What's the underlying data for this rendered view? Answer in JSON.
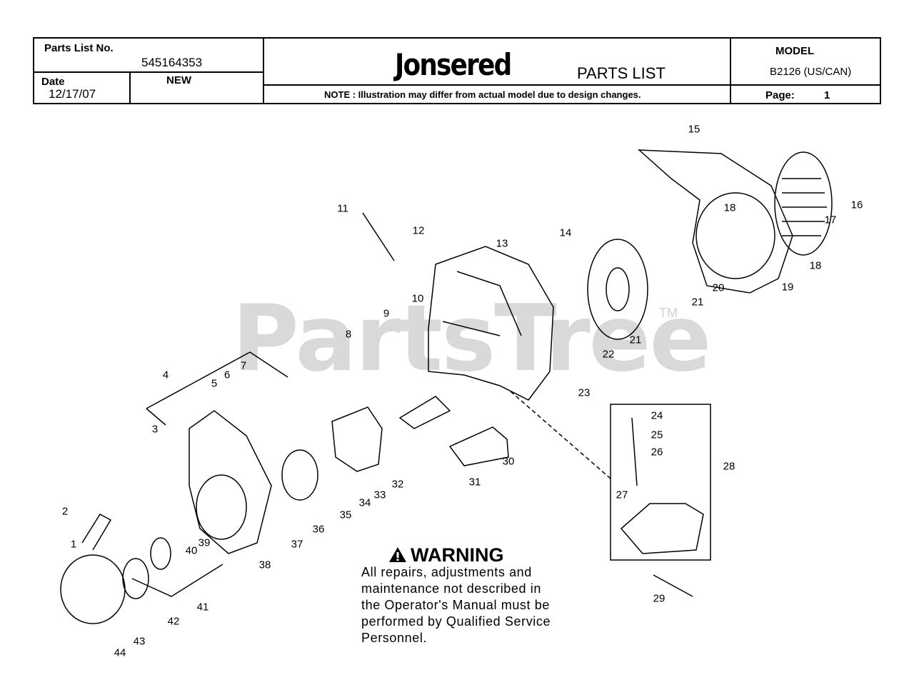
{
  "header": {
    "parts_list_no_label": "Parts List No.",
    "parts_list_no": "545164353",
    "date_label": "Date",
    "date": "12/17/07",
    "revision": "NEW",
    "brand": "Jonsered",
    "title": "PARTS LIST",
    "note": "NOTE : Illustration may differ from actual model due to design changes.",
    "model_label": "MODEL",
    "model": "B2126 (US/CAN)",
    "page_label": "Page:",
    "page": "1"
  },
  "watermark": {
    "text": "PartsTree",
    "tm": "TM"
  },
  "callouts": [
    "1",
    "2",
    "3",
    "4",
    "5",
    "6",
    "7",
    "8",
    "9",
    "10",
    "11",
    "12",
    "13",
    "14",
    "15",
    "16",
    "17",
    "18",
    "18",
    "19",
    "20",
    "21",
    "21",
    "22",
    "23",
    "24",
    "25",
    "26",
    "27",
    "28",
    "29",
    "30",
    "31",
    "32",
    "33",
    "34",
    "35",
    "36",
    "37",
    "38",
    "39",
    "40",
    "41",
    "42",
    "43",
    "44"
  ],
  "warning": {
    "title": "WARNING",
    "lines": [
      "All repairs, adjustments and",
      "maintenance not described in",
      "the Operator's Manual must be",
      "performed by Qualified Service",
      "Personnel."
    ]
  }
}
